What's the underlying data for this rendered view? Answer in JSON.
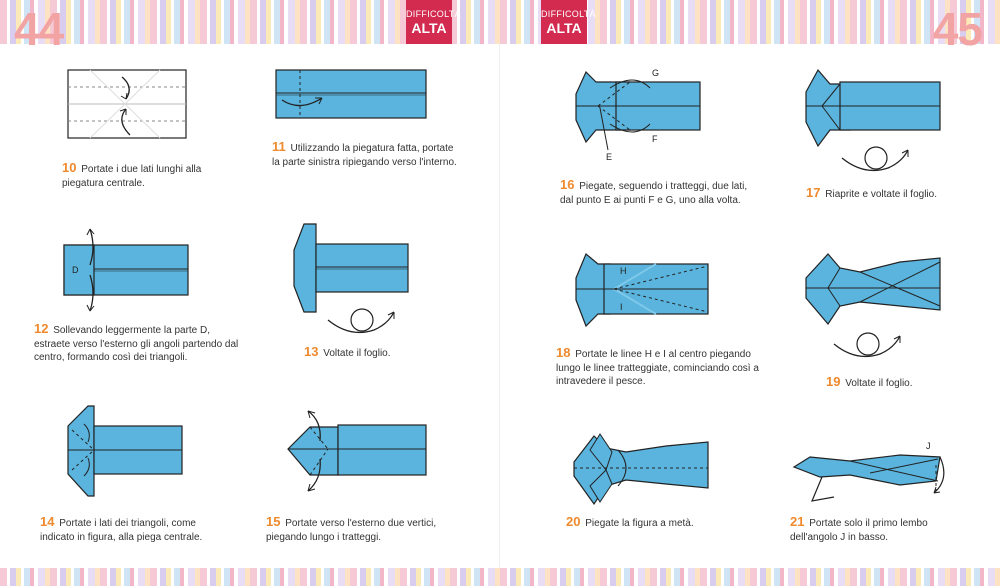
{
  "pages": {
    "left": "44",
    "right": "45"
  },
  "difficulty": {
    "line1": "DIFFICOLTÀ",
    "line2": "ALTA"
  },
  "colors": {
    "paper": "#5ab4dd",
    "accent": "#ef8a2e",
    "badge": "#d22b4f",
    "page_number": "#f2a3a3"
  },
  "steps": [
    {
      "num": "10",
      "text": "Portate i due lati lunghi alla piegatura centrale."
    },
    {
      "num": "11",
      "text": "Utilizzando la piegatura fatta, portate la parte sinistra ripiegando verso l'interno."
    },
    {
      "num": "12",
      "text": "Sollevando leggermente la parte D, estraete verso l'esterno gli angoli partendo dal centro, formando così dei triangoli."
    },
    {
      "num": "13",
      "text": "Voltate il foglio."
    },
    {
      "num": "14",
      "text": "Portate i lati dei triangoli, come indicato in figura, alla piega centrale."
    },
    {
      "num": "15",
      "text": "Portate verso l'esterno due vertici, piegando lungo i tratteggi."
    },
    {
      "num": "16",
      "text": "Piegate, seguendo i tratteggi, due lati, dal punto E ai punti F e G, uno alla volta."
    },
    {
      "num": "17",
      "text": "Riaprite e voltate il foglio."
    },
    {
      "num": "18",
      "text": "Portate le linee H e I al centro piegando lungo le linee tratteggiate, cominciando così a intravedere il pesce."
    },
    {
      "num": "19",
      "text": "Voltate il foglio."
    },
    {
      "num": "20",
      "text": "Piegate la figura a metà."
    },
    {
      "num": "21",
      "text": "Portate solo il primo lembo dell'angolo J in basso."
    }
  ],
  "labels": {
    "d": "D",
    "e": "E",
    "f": "F",
    "g": "G",
    "h": "H",
    "i": "I",
    "j": "J"
  }
}
